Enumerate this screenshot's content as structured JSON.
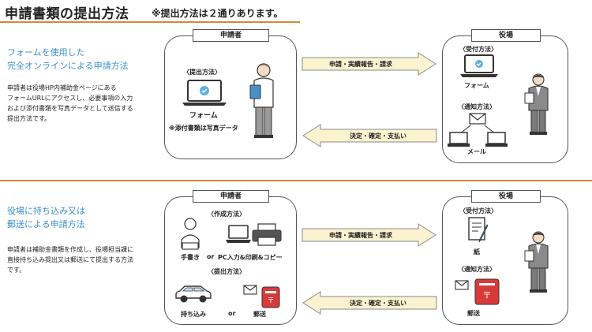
{
  "header": {
    "title": "申請書類の提出方法",
    "note": "※提出方法は２通りあります。"
  },
  "section1": {
    "heading_line1": "フォームを使用した",
    "heading_line2": "完全オンラインによる申請方法",
    "desc": [
      "申請者は役場HP内補助金ページにある",
      "フォームURLにアクセスし、必要事項の入力",
      "および添付書類を写真データとして送信する",
      "提出方法です。"
    ],
    "applicant": {
      "tab": "申請者",
      "submit_method": "〈提出方法〉",
      "form_label": "フォーム",
      "attach_note": "※添付書類は写真データ"
    },
    "arrow_right": "申請・実績報告・請求",
    "arrow_left": "決定・確定・支払い",
    "office": {
      "tab": "役場",
      "receive_method": "〈受付方法〉",
      "form_label": "フォーム",
      "notify_method": "〈通知方法〉",
      "mail_label": "メール"
    }
  },
  "section2": {
    "heading_line1": "役場に持ち込み又は",
    "heading_line2": "郵送による申請方法",
    "desc": [
      "申請者は補助金書類を作成し、役場担当課に",
      "直接持ち込み提出又は郵送にて提出する方法",
      "です。"
    ],
    "applicant": {
      "tab": "申請者",
      "create_method": "〈作成方法〉",
      "handwrite": "手書き",
      "or1": "or",
      "pc": "PC入力&印刷&コピー",
      "submit_method": "〈提出方法〉",
      "bring": "持ち込み",
      "or2": "or",
      "post": "郵送"
    },
    "arrow_right": "申請・実績報告・請求",
    "arrow_left": "決定・確定・支払い",
    "office": {
      "tab": "役場",
      "receive_method": "〈受付方法〉",
      "paper_label": "紙",
      "notify_method": "〈通知方法〉",
      "post_label": "郵送"
    }
  },
  "colors": {
    "accent_rule": "#d08a3c",
    "heading_blue": "#3b8fc6",
    "arrow_fill": "#fbf3d0",
    "postbox_red": "#d83a3a"
  }
}
